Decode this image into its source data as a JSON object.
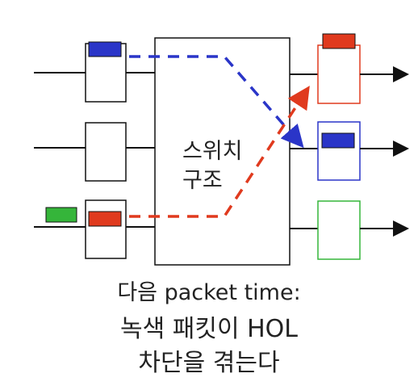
{
  "switch_fabric": {
    "line1": "스위치",
    "line2": "구조"
  },
  "caption": {
    "line1": "다음 packet time:",
    "line2": "녹색 패킷이 HOL",
    "line3": "차단을 겪는다"
  },
  "colors": {
    "blue": "#2a35c8",
    "red": "#e03a1e",
    "green": "#35b53a",
    "line": "#111111"
  }
}
